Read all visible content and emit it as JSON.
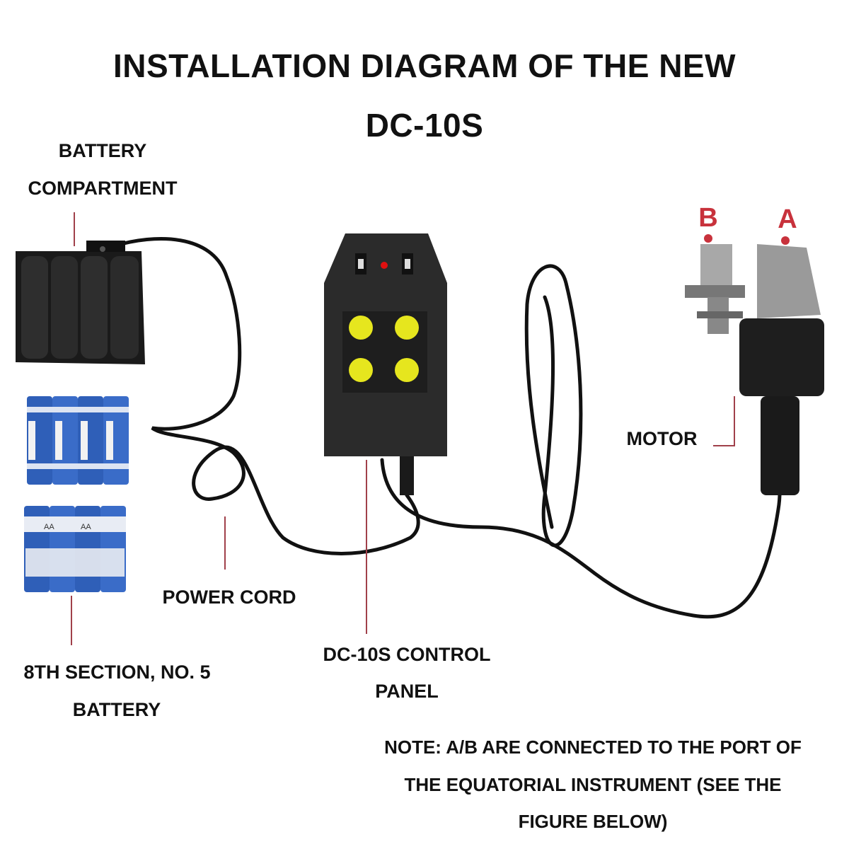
{
  "title": {
    "line1": "INSTALLATION DIAGRAM OF THE NEW",
    "line2": "DC-10S"
  },
  "labels": {
    "battery_compartment_1": "BATTERY",
    "battery_compartment_2": "COMPARTMENT",
    "motor": "MOTOR",
    "power_cord": "POWER CORD",
    "battery_1": "8TH SECTION, NO. 5",
    "battery_2": "BATTERY",
    "control_panel_1": "DC-10S CONTROL",
    "control_panel_2": "PANEL",
    "port_b": "B",
    "port_a": "A"
  },
  "note": {
    "line1": "NOTE: A/B ARE CONNECTED TO THE PORT OF",
    "line2": "THE EQUATORIAL INSTRUMENT (SEE THE",
    "line3": "FIGURE BELOW)"
  },
  "battery_marking": "AA",
  "colors": {
    "leader_line": "#a0404a",
    "port_marker": "#c8323c",
    "panel_body": "#2b2b2b",
    "button_yellow": "#e6e61e",
    "led_red": "#e01010",
    "battery_blue": "#2f5fb8",
    "cable": "#111111"
  }
}
